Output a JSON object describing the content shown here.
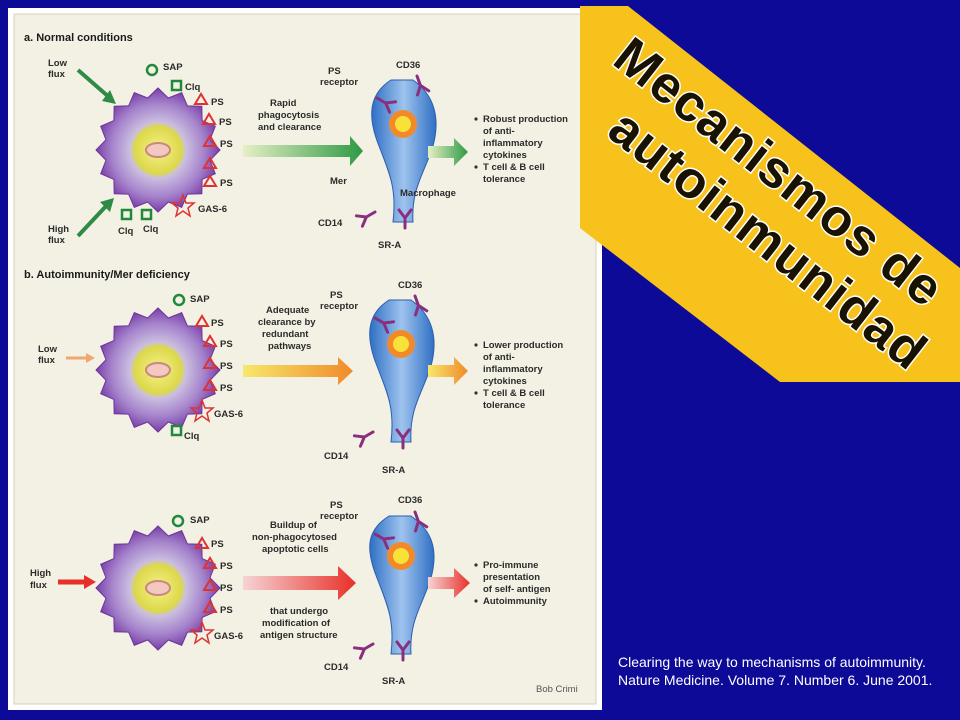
{
  "banner": {
    "line1": "Mecanismos de",
    "line2": "autoinmunidad"
  },
  "citation": "Clearing the way  to mechanisms of autoimmunity. Nature Medicine. Volume 7. Number 6. June 2001.",
  "panel_a": {
    "header": "a. Normal conditions",
    "low_flux": [
      "Low",
      "flux"
    ],
    "high_flux": [
      "High",
      "flux"
    ],
    "cell_labels": [
      "SAP",
      "Clq",
      "PS",
      "PS",
      "PS",
      "PS",
      "GAS-6",
      "Clq",
      "Clq"
    ],
    "arrow_text": [
      "Rapid",
      "phagocytosis",
      "and clearance"
    ],
    "ps_receptor": [
      "PS",
      "receptor"
    ],
    "cd36": "CD36",
    "mer": "Mer",
    "macrophage": "Macrophage",
    "cd14": "CD14",
    "sra": "SR-A",
    "outcomes": [
      [
        "Robust production",
        "of anti-",
        "inflammatory",
        "cytokines"
      ],
      [
        "T cell & B cell",
        "tolerance"
      ]
    ]
  },
  "panel_b": {
    "header": "b. Autoimmunity/Mer deficiency",
    "low_flux": [
      "Low",
      "flux"
    ],
    "cell_labels": [
      "SAP",
      "PS",
      "PS",
      "PS",
      "PS",
      "GAS-6",
      "Clq"
    ],
    "arrow_text": [
      "Adequate",
      "clearance by",
      "redundant",
      "pathways"
    ],
    "ps_receptor": [
      "PS",
      "receptor"
    ],
    "cd36": "CD36",
    "cd14": "CD14",
    "sra": "SR-A",
    "outcomes": [
      [
        "Lower production",
        "of anti-",
        "inflammatory",
        "cytokines"
      ],
      [
        "T cell & B cell",
        "tolerance"
      ]
    ]
  },
  "panel_c": {
    "high_flux": [
      "High",
      "flux"
    ],
    "cell_labels": [
      "SAP",
      "PS",
      "PS",
      "PS",
      "PS",
      "GAS-6"
    ],
    "arrow_text_top": [
      "Buildup of",
      "non-phagocytosed",
      "apoptotic cells"
    ],
    "arrow_text_bottom": [
      "that undergo",
      "modification of",
      "antigen structure"
    ],
    "ps_receptor": [
      "PS",
      "receptor"
    ],
    "cd36": "CD36",
    "cd14": "CD14",
    "sra": "SR-A",
    "outcomes": [
      [
        "Pro-immune",
        "presentation",
        "of self- antigen"
      ],
      [
        "Autoimmunity"
      ]
    ]
  },
  "credit": "Bob Crimi",
  "colors": {
    "background": "#0c0a96",
    "banner": "#f7c21c",
    "figure_bg": "#f3f0e4",
    "green_arrow": "#2e9a45",
    "orange_arrow": "#f08a2a",
    "red_arrow": "#e8302a",
    "cell_purple": "#8d56b6",
    "macrophage_blue": "#4f8fd8",
    "receptor_purple": "#8a2f7e"
  }
}
